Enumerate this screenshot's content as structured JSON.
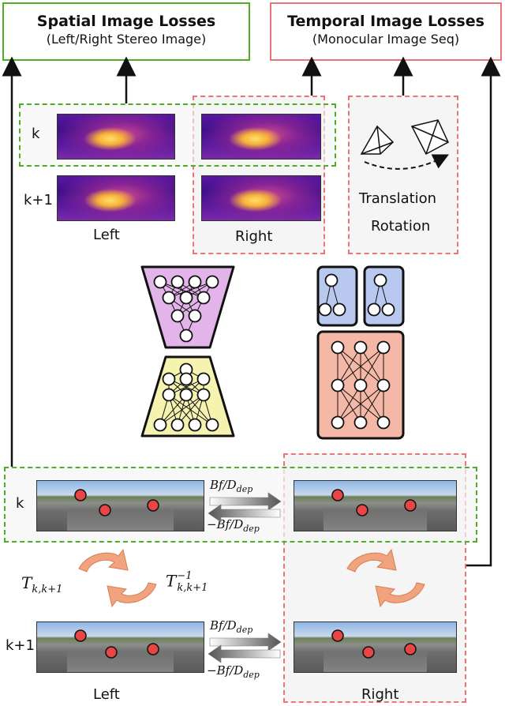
{
  "spatial_losses": {
    "title": "Spatial Image Losses",
    "subtitle": "(Left/Right Stereo Image)"
  },
  "temporal_losses": {
    "title": "Temporal Image Losses",
    "subtitle": "(Monocular Image Seq)"
  },
  "frame_labels": {
    "k": "k",
    "k_plus_1": "k+1"
  },
  "depth_panel": {
    "left_label": "Left",
    "right_label": "Right"
  },
  "pose_panel": {
    "translation": "Translation",
    "rotation": "Rotation"
  },
  "transforms": {
    "forward": "T",
    "forward_sub": "k,k+1",
    "inverse": "T",
    "inverse_sup": "−1",
    "inverse_sub": "k,k+1"
  },
  "stereo_warp": {
    "forward": "Bf/D",
    "backward": "−Bf/D",
    "sub": "dep"
  },
  "bottom_labels": {
    "left": "Left",
    "right": "Right"
  },
  "colors": {
    "green": "#4caf24",
    "red": "#e8777a",
    "purple": "#e3b4ea",
    "yellow": "#f6f2b0",
    "blue": "#b9c8ef",
    "salmon": "#f5b7a6",
    "orange_arrow": "#f0a37c"
  }
}
